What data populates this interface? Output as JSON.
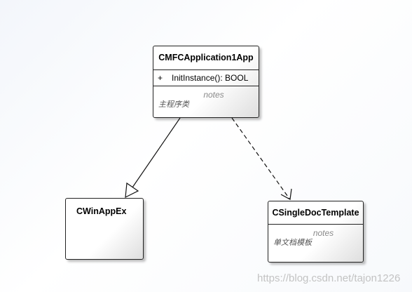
{
  "classes": [
    {
      "name": "CMFCApplication1App",
      "operations": [
        {
          "visibility": "+",
          "signature": "InitInstance(): BOOL"
        }
      ],
      "notes_label": "notes",
      "notes": "主程序类"
    },
    {
      "name": "CWinAppEx"
    },
    {
      "name": "CSingleDocTemplate",
      "notes_label": "notes",
      "notes": "单文档模板"
    }
  ],
  "relationships": [
    {
      "type": "generalization",
      "from": "CMFCApplication1App",
      "to": "CWinAppEx"
    },
    {
      "type": "dependency",
      "from": "CMFCApplication1App",
      "to": "CSingleDocTemplate"
    }
  ],
  "watermark": "https://blog.csdn.net/tajon1226"
}
